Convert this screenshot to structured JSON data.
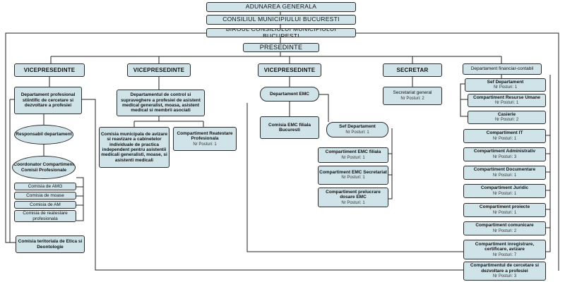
{
  "top": {
    "adunarea": "ADUNAREA GENERALA",
    "consiliul": "CONSILIUL MUNICIPIULUI BUCURESTI",
    "biroul": "BIROUL CONSILIULUI MUNICIPIULUI BUCURESTI",
    "presedinte": "PRESEDINTE"
  },
  "level2": {
    "vp1": "VICEPRESEDINTE",
    "vp2": "VICEPRESEDINTE",
    "vp3": "VICEPRESEDINTE",
    "secretar": "SECRETAR",
    "financiar": "Departament financiar-contabil"
  },
  "col1": {
    "dept": "Departament profesional stiintific de cercetare si dezvoltare a profesiei",
    "responsabil": "Responsabil departament",
    "coordonator": "Coordonator Compartiment Comisii Profesionale",
    "comisii": [
      "Comisia de AMG",
      "Comisia de moase",
      "Comisia de AM",
      "Comisia de reatestare profesionala"
    ],
    "etica": "Comisia teritoriala de Etica si Deontologie"
  },
  "col2": {
    "dept": "Departamentul de control si supraveghere a profesiei de asistent medical generalist, moasa, asistent medical si membrii asociati",
    "comisia": "Comisia municipala de avizare si reavizare a cabinetelor individuale de practica independent pentru asistentii medicali generalisti, moase, si asistenti medicali",
    "reatestare": {
      "title": "Compartiment Reatestare Profesionala",
      "posturi": "Nr Posturi: 1"
    }
  },
  "col3": {
    "dept": "Departament EMC",
    "filiala": "Comisia EMC filiala Bucuresti",
    "sef": {
      "title": "Sef Departament",
      "posturi": "Nr Posturi: 1"
    },
    "subs": [
      {
        "title": "Compartiment EMC filiala",
        "posturi": "Nr Posturi: 1"
      },
      {
        "title": "Compartiment EMC Secretariat",
        "posturi": "Nr Posturi: 1"
      },
      {
        "title": "Compartiment prelucrare dosare EMC",
        "posturi": "Nr Posturi: 1"
      }
    ]
  },
  "col4": {
    "secretariat": {
      "title": "Secretariat general",
      "posturi": "Nr Posturi: 2"
    }
  },
  "col5": {
    "sef": {
      "title": "Sef Departament",
      "posturi": "Nr Posturi: 1"
    },
    "resurse": {
      "title": "Compartiment Resurse Umane",
      "posturi": "Nr Posturi: 1"
    },
    "casierie": {
      "title": "Casierie",
      "posturi": "Nr Posturi: 2"
    },
    "list": [
      {
        "title": "Compartiment IT",
        "posturi": "Nr Posturi: 1"
      },
      {
        "title": "Compartiment Administrativ",
        "posturi": "Nr Posturi: 3"
      },
      {
        "title": "Compartiment Documentare",
        "posturi": "Nr Posturi: 1"
      },
      {
        "title": "Compartiment Juridic",
        "posturi": "Nr Posturi: 1"
      },
      {
        "title": "Compartiment proiecte",
        "posturi": "Nr Posturi: 1"
      },
      {
        "title": "Compartiment comunicare",
        "posturi": "Nr Posturi: 2"
      },
      {
        "title": "Compartiment inregistrare, certificare, avizare",
        "posturi": "Nr Posturi: 7"
      },
      {
        "title": "Compartimentul de cercetare si dezvoltare a profesiei",
        "posturi": "Nr Posturi: 3"
      }
    ]
  }
}
